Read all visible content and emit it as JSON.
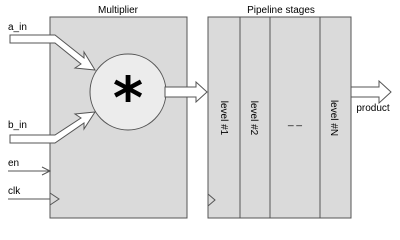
{
  "colors": {
    "block_fill": "#dadada",
    "circle_fill": "#ececec",
    "stroke": "#555555",
    "arrow_fill": "#ffffff"
  },
  "multiplier": {
    "title": "Multiplier",
    "operator_symbol": "*"
  },
  "pipeline": {
    "title": "Pipeline stages",
    "levels": [
      "level #1",
      "level #2",
      "level #N"
    ],
    "ellipsis": "_  _"
  },
  "inputs": {
    "a": "a_in",
    "b": "b_in",
    "en": "en",
    "clk": "clk"
  },
  "outputs": {
    "product": "product"
  }
}
